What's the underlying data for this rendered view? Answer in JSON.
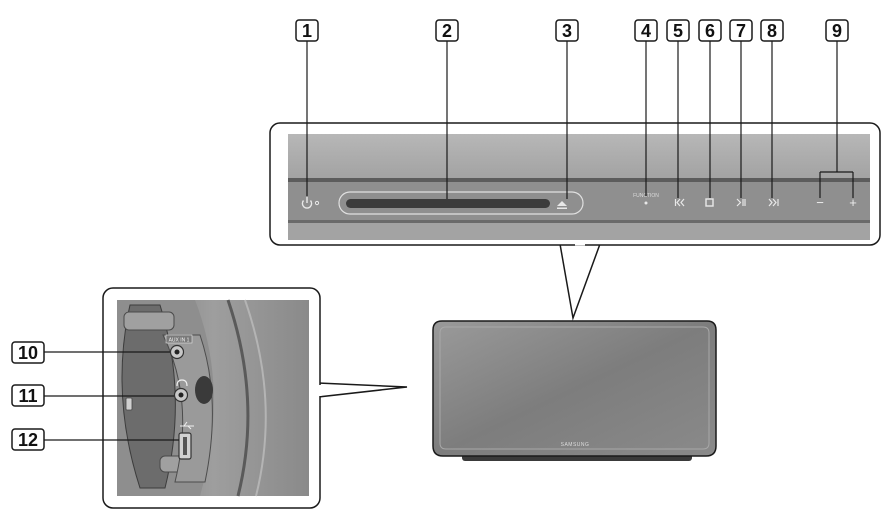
{
  "callouts": {
    "c1": "1",
    "c2": "2",
    "c3": "3",
    "c4": "4",
    "c5": "5",
    "c6": "6",
    "c7": "7",
    "c8": "8",
    "c9": "9",
    "c10": "10",
    "c11": "11",
    "c12": "12"
  },
  "panel": {
    "function_label": "FUNCTION",
    "minus_label": "−",
    "plus_label": "+"
  },
  "speaker": {
    "brand": "SAMSUNG"
  },
  "side_panel": {
    "aux_label": "AUX IN 1"
  },
  "icons": {
    "power": "power-icon",
    "eject": "eject-icon",
    "previous": "skip-back-icon",
    "stop": "stop-icon",
    "play_pause": "play-pause-icon",
    "next": "skip-forward-icon",
    "headphone": "headphone-icon",
    "usb": "usb-icon"
  },
  "colors": {
    "panel_gray": "#8f8f8f",
    "speaker_gray": "#7d7d7d",
    "outline": "#1a1a1a"
  }
}
